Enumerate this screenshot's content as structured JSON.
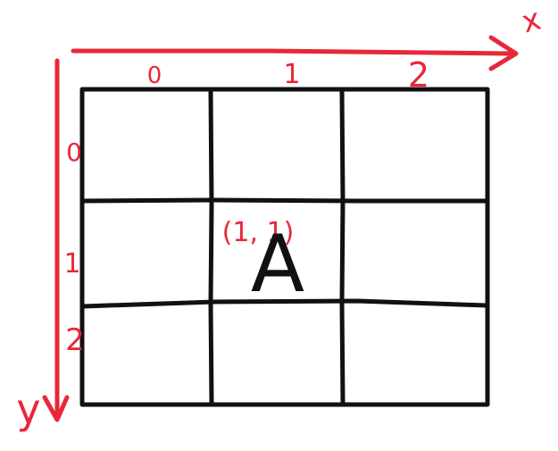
{
  "diagram": {
    "axes": {
      "x_label": "x",
      "y_label": "y",
      "color": "#e8273a"
    },
    "grid": {
      "columns": 3,
      "rows": 3,
      "color": "#111111",
      "x_ticks": [
        "0",
        "1",
        "2"
      ],
      "y_ticks": [
        "0",
        "1",
        "2"
      ]
    },
    "cell": {
      "letter": "A",
      "coordinate": "(1, 1)",
      "column": 1,
      "row": 1
    }
  }
}
